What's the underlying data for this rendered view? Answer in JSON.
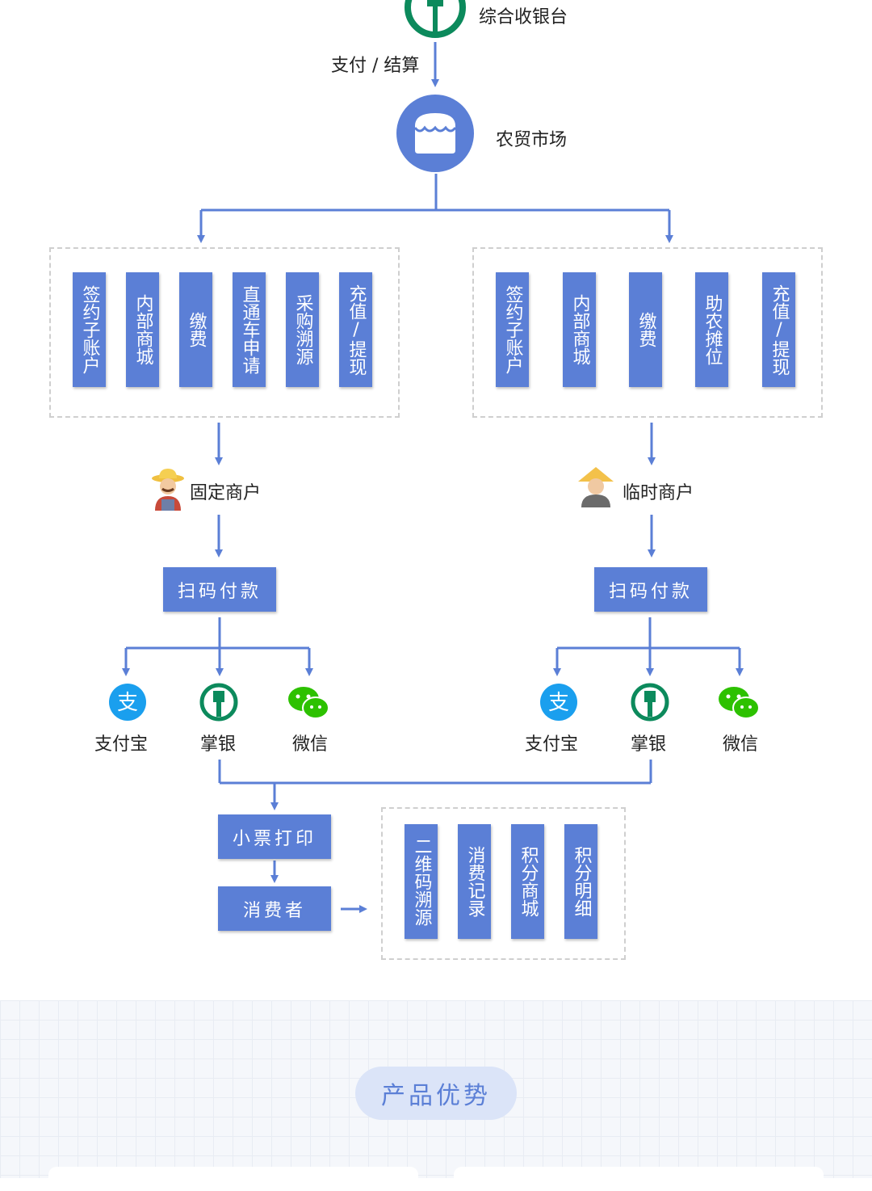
{
  "top": {
    "cashier_label": "综合收银台",
    "pay_label": "支付 / 结算",
    "market_label": "农贸市场"
  },
  "left_panel": {
    "items": [
      "签约子账户",
      "内部商城",
      "缴费",
      "直通车申请",
      "采购溯源",
      "充值/提现"
    ]
  },
  "right_panel": {
    "items": [
      "签约子账户",
      "内部商城",
      "缴费",
      "助农摊位",
      "充值/提现"
    ]
  },
  "merchants": {
    "fixed": "固定商户",
    "temporary": "临时商户"
  },
  "scan_pay": {
    "left": "扫码付款",
    "right": "扫码付款"
  },
  "payment_methods": {
    "alipay": "支付宝",
    "bank": "掌银",
    "wechat": "微信"
  },
  "bottom": {
    "receipt": "小票打印",
    "consumer": "消费者",
    "consumer_items": [
      "二维码溯源",
      "消费记录",
      "积分商城",
      "积分明细"
    ]
  },
  "section": {
    "title": "产品优势"
  },
  "colors": {
    "accent": "#5b7fd6",
    "abc_green": "#0c8a5c",
    "alipay_blue": "#1a9fee",
    "wechat_green": "#2dc100"
  },
  "icons": [
    "abc-bank-icon",
    "market-stall-icon",
    "farmer-icon",
    "worker-icon",
    "alipay-icon",
    "wechat-icon",
    "arrow-icon"
  ]
}
